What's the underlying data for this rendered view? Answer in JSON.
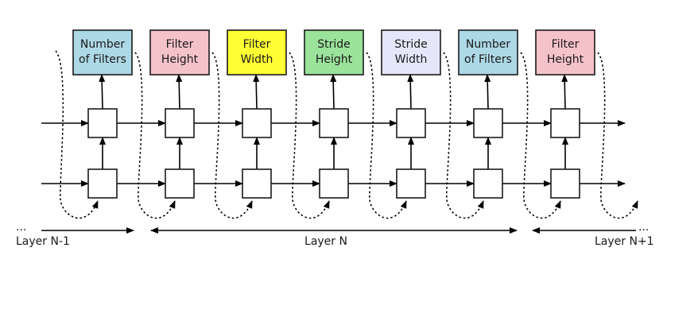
{
  "colors": {
    "blue": "#add8e6",
    "pink": "#f4c2c9",
    "yellow": "#ffff33",
    "green": "#9be29b",
    "lavender": "#e6e6fa"
  },
  "outputs": [
    {
      "lines": [
        "Number",
        "of Filters"
      ],
      "color": "blue"
    },
    {
      "lines": [
        "Filter",
        "Height"
      ],
      "color": "pink"
    },
    {
      "lines": [
        "Filter",
        "Width"
      ],
      "color": "yellow"
    },
    {
      "lines": [
        "Stride",
        "Height"
      ],
      "color": "green"
    },
    {
      "lines": [
        "Stride",
        "Width"
      ],
      "color": "lavender"
    },
    {
      "lines": [
        "Number",
        "of Filters"
      ],
      "color": "blue"
    },
    {
      "lines": [
        "Filter",
        "Height"
      ],
      "color": "pink"
    }
  ],
  "layers": {
    "prev": "Layer N-1",
    "current": "Layer N",
    "next": "Layer N+1"
  },
  "ellipsis": "..."
}
